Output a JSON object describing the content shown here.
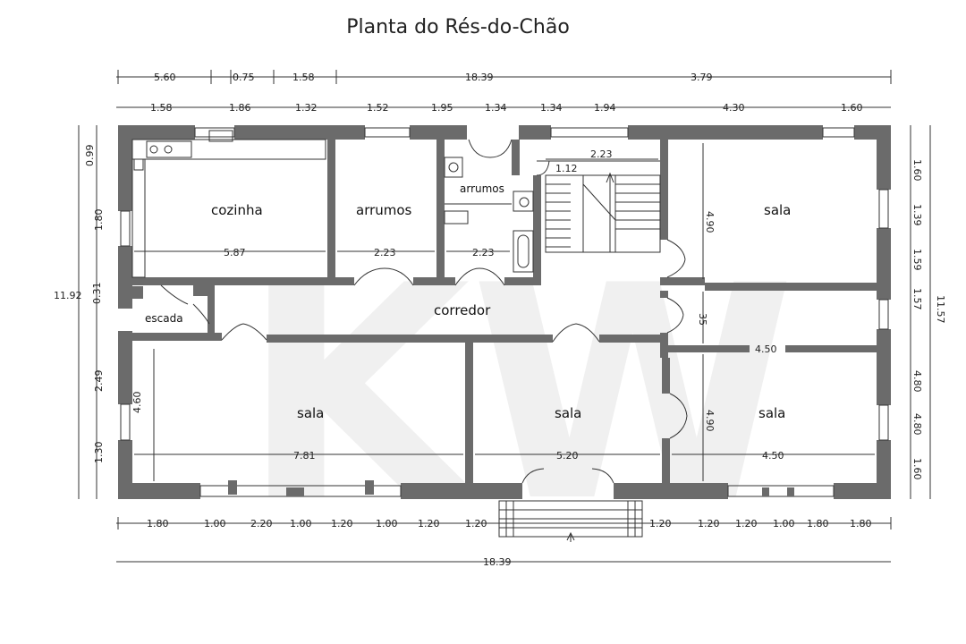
{
  "title": "Planta do Rés-do-Chão",
  "watermark": "KW",
  "rooms": [
    {
      "label": "cozinha"
    },
    {
      "label": "arrumos"
    },
    {
      "label": "arrumos"
    },
    {
      "label": "corredor"
    },
    {
      "label": "escada"
    },
    {
      "label": "sala"
    },
    {
      "label": "sala"
    },
    {
      "label": "sala"
    },
    {
      "label": "sala"
    }
  ],
  "dims_top_outer": [
    "5.60",
    "0.75",
    "1.58",
    "18.39",
    "3.79"
  ],
  "dims_top_inner": [
    "1.58",
    "1.86",
    "1.32",
    "1.52",
    "1.95",
    "1.34",
    "1.34",
    "1.94",
    "4.30",
    "1.60"
  ],
  "dims_left_outer": "11.92",
  "dims_left_inner": [
    "0.99",
    "1.80",
    "0.31",
    "2.49",
    "1.30"
  ],
  "dims_right_outer": "11.57",
  "dims_right_inner": [
    "1.60",
    "1.39",
    "1.59",
    "1.57",
    "4.80",
    "4.80",
    "1.60"
  ],
  "dims_bottom_inner": [
    "1.80",
    "1.00",
    "2.20",
    "1.00",
    "1.20",
    "1.00",
    "1.20",
    "1.20",
    "1.20",
    "1.20",
    "1.20",
    "1.00",
    "1.80",
    "1.80"
  ],
  "dims_bottom_outer": "18.39",
  "dims_interior": {
    "kitchen_width": "5.87",
    "storage_width": "2.23",
    "wc_width": "2.23",
    "stair_width": "2.23",
    "stair_small": "1.12",
    "sala_ne_height": "4.90",
    "mid_small": "35",
    "sala_e_width": "4.50",
    "sala_w_height": "4.60",
    "sala_w_width": "7.81",
    "sala_c_width": "5.20",
    "sala_se_height": "4.90",
    "sala_se_width": "4.50"
  }
}
